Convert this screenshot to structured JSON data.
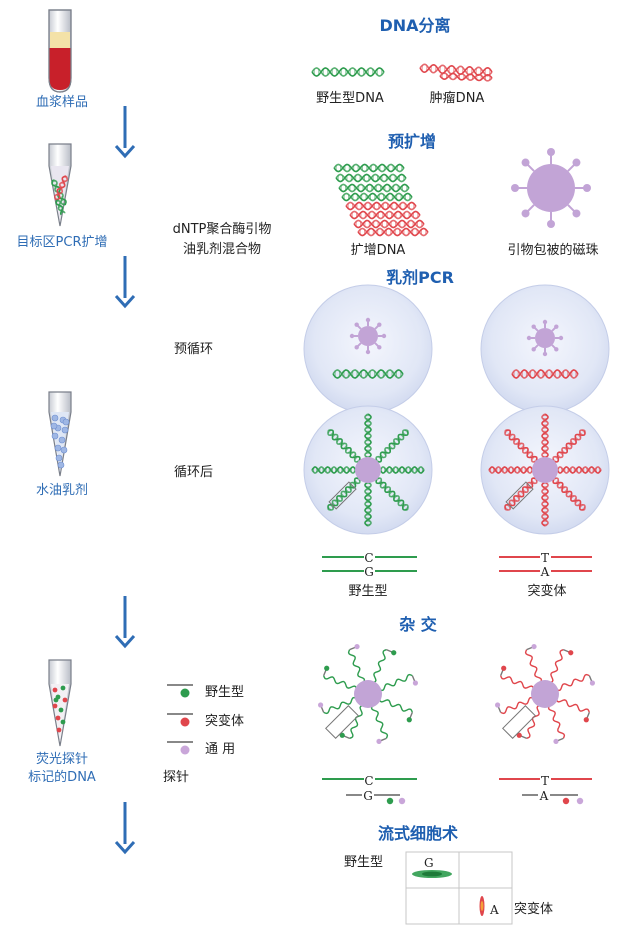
{
  "steps": {
    "plasma": "血浆样品",
    "target_pcr": "目标区PCR扩增",
    "water_oil": "水油乳剂",
    "probe_dna_1": "荧光探针",
    "probe_dna_2": "标记的DNA"
  },
  "sections": {
    "dna_separation": "DNA分离",
    "pre_amplification": "预扩增",
    "emulsion_pcr": "乳剂PCR",
    "hybridization": "杂 交",
    "flow_cytometry": "流式细胞术"
  },
  "labels": {
    "wildtype_dna": "野生型DNA",
    "tumor_dna": "肿瘤DNA",
    "reagents_1": "dNTP聚合酶引物",
    "reagents_2": "油乳剂混合物",
    "amplified_dna": "扩增DNA",
    "primer_beads": "引物包被的磁珠",
    "pre_cycle": "预循环",
    "post_cycle": "循环后",
    "wildtype": "野生型",
    "mutant": "突变体",
    "probe_wildtype": "野生型",
    "probe_mutant": "突变体",
    "probe_universal": "通 用",
    "probe": "探针",
    "flow_wildtype": "野生型",
    "flow_mutant": "突变体"
  },
  "bases": {
    "wt_top": "C",
    "wt_bottom": "G",
    "mut_top": "T",
    "mut_bottom": "A",
    "hyb_wt_top": "C",
    "hyb_wt_bottom": "G",
    "hyb_mut_top": "T",
    "hyb_mut_bottom": "A",
    "flow_g": "G",
    "flow_a": "A"
  },
  "colors": {
    "wildtype": "#2e9c4e",
    "mutant": "#e0464c",
    "universal": "#c9a6d9",
    "bead": "#c2a4d6",
    "droplet": "#dde4f4",
    "arrow": "#2f6db5",
    "step_text": "#2f6db5",
    "section_text": "#1f5fb0",
    "blood": "#c8202a"
  }
}
